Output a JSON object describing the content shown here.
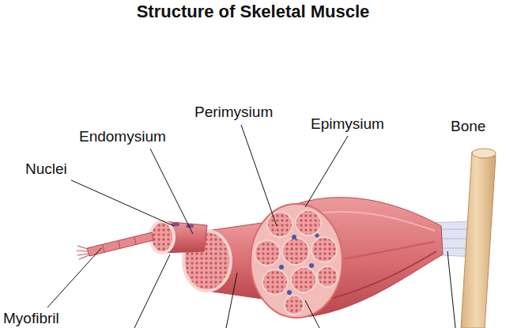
{
  "diagram": {
    "title": "Structure of Skeletal Muscle",
    "labels": [
      "Perimysium",
      "Epimysium",
      "Bone",
      "Endomysium",
      "Nuclei",
      "Myofibril"
    ]
  }
}
